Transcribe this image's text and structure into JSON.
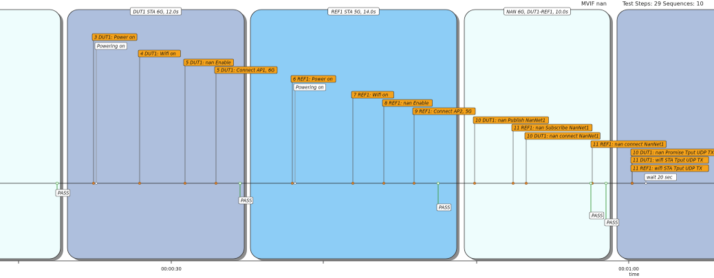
{
  "header": {
    "mvif": "MVIF nan",
    "summary": "Test Steps: 29  Sequences: 10"
  },
  "axis": {
    "label": "time",
    "ticks": [
      {
        "label": "00:00:30"
      },
      {
        "label": "00:01:00"
      }
    ]
  },
  "colors": {
    "config_slate": "#aebfdd",
    "config_light": "#eefdfd",
    "config_sky": "#8dcdf6",
    "step_box": "#f5a21a",
    "pass_line": "#3a9a3a"
  },
  "sections": [
    {
      "title": "",
      "color": "#eefdfd"
    },
    {
      "title": "DUT1 STA 6G, 12.0s",
      "color": "#aebfdd"
    },
    {
      "title": "REF1 STA 5G, 14.0s",
      "color": "#8dcdf6"
    },
    {
      "title": "NAN 6G, DUT1-REF1, 10.0s",
      "color": "#eefdfd"
    },
    {
      "title": "",
      "color": "#aebfdd"
    }
  ],
  "steps": [
    {
      "label": "3 DUT1: Power on"
    },
    {
      "label": "4 DUT1: Wifi on"
    },
    {
      "label": "5 DUT1: nan Enable"
    },
    {
      "label": "5 DUT1: Connect AP1, 6G"
    },
    {
      "label": "6 REF1: Power on"
    },
    {
      "label": "7 REF1: Wifi on"
    },
    {
      "label": "8 REF1: nan Enable"
    },
    {
      "label": "9 REF1: Connect AP2, 5G"
    },
    {
      "label": "10 DUT1: nan Publish NanNet1"
    },
    {
      "label": "11 REF1: nan Subscribe NanNet1"
    },
    {
      "label": "10 DUT1: nan connect NanNet1"
    },
    {
      "label": "11 REF1: nan connect NanNet1"
    },
    {
      "label": "10 DUT1: nan Promise Tput UDP TX"
    },
    {
      "label": "11 DUT1: wifi STA Tput UDP TX"
    },
    {
      "label": "11 REF1: wifi STA Tput UDP TX"
    }
  ],
  "notes": [
    {
      "label": "Powering on"
    },
    {
      "label": "Powering on"
    },
    {
      "label": "wait 20 sec"
    }
  ],
  "pass_marks": [
    {
      "label": "PASS"
    },
    {
      "label": "PASS"
    },
    {
      "label": "PASS"
    },
    {
      "label": "PASS"
    },
    {
      "label": "PASS"
    }
  ]
}
